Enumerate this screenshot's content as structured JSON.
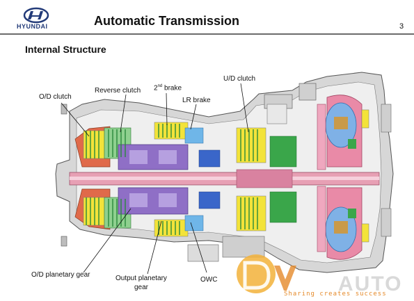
{
  "header": {
    "logo_text": "HYUNDAI",
    "title": "Automatic Transmission",
    "page_number": "3"
  },
  "subtitle": "Internal Structure",
  "labels": {
    "od_clutch": "O/D clutch",
    "reverse_clutch": "Reverse clutch",
    "second_brake_num": "2",
    "second_brake_sup": "nd",
    "second_brake_word": "brake",
    "lr_brake": "LR brake",
    "ud_clutch": "U/D clutch",
    "od_planetary_gear": "O/D planetary gear",
    "output_planetary_gear_line1": "Output planetary",
    "output_planetary_gear_line2": "gear",
    "owc": "OWC"
  },
  "watermark": {
    "text": "AUTO",
    "sub": "Sharing creates success"
  },
  "colors": {
    "brand_blue": "#223a78",
    "header_rule": "#6b6b6b",
    "housing": "#d7d7d7",
    "clutch_green": "#3aa64a",
    "clutch_yellow": "#f3e33a",
    "gear_purple": "#8f6fc6",
    "converter_pink": "#e98aa7",
    "converter_blue": "#7fb1e6",
    "shaft_pink": "#e7a0b4",
    "watermark_orange": "#e58a2a"
  }
}
